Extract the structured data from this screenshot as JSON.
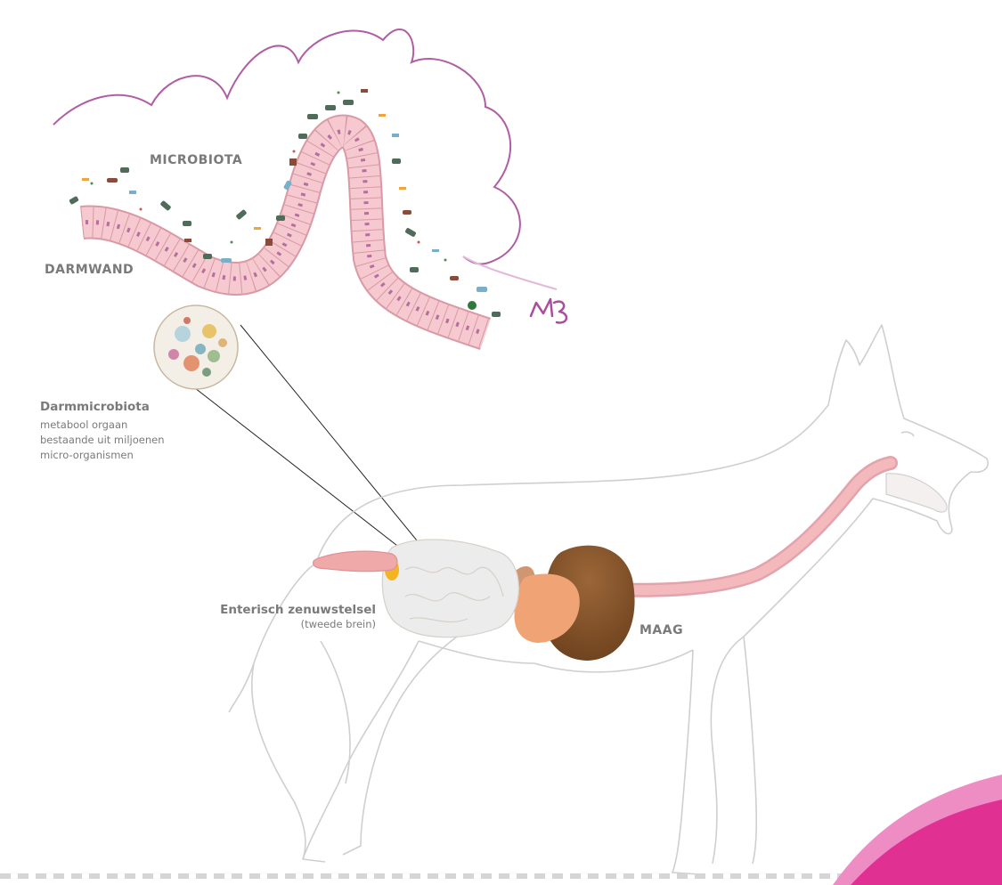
{
  "labels": {
    "microbiota": "MICROBIOTA",
    "darmwand": "DARMWAND",
    "maag": "MAAG",
    "signature": "MB"
  },
  "darmmicrobiota": {
    "title": "Darmmicrobiota",
    "description": "metabool orgaan bestaande uit miljoenen micro-organismen"
  },
  "enteric": {
    "title": "Enterisch zenuwstelsel",
    "subtitle": "(tweede brein)"
  },
  "colors": {
    "cloud_outline": "#b05ea3",
    "intestine_cells": "#f5c9cf",
    "cell_border": "#d999a5",
    "cell_nucleus": "#b56f9c",
    "dog_outline": "#cfcfcf",
    "esophagus": "#f3b9bd",
    "stomach": "#f0a374",
    "liver": "#8a5a32",
    "label_text": "#7a7a7a",
    "accent_magenta": "#e03192",
    "accent_pink": "#ee8cc4",
    "dash": "#d5d5d5"
  }
}
